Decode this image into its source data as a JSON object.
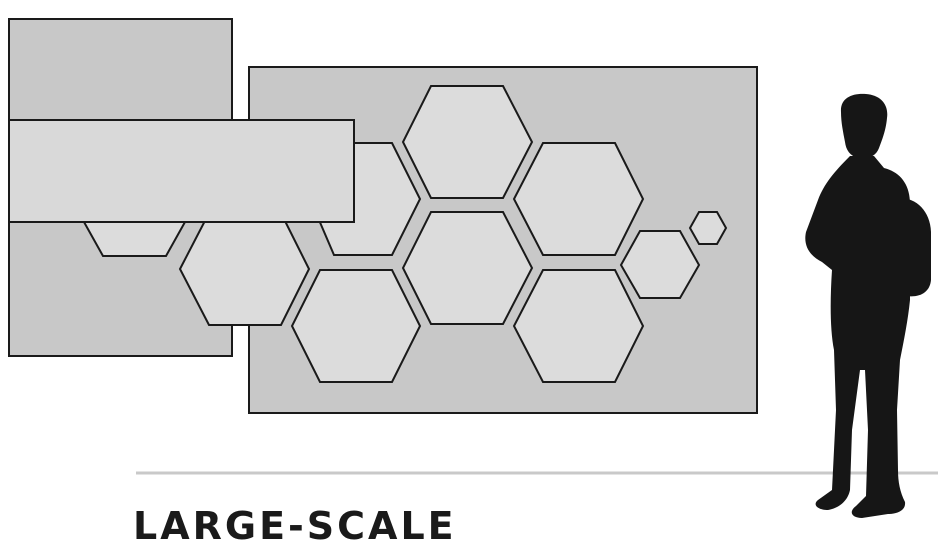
{
  "caption": "LARGE-SCALE",
  "colors": {
    "background": "#ffffff",
    "panel": "#c8c8c8",
    "hexagon": "#dcdcdc",
    "front_panel": "#d9d9d9",
    "outline": "#1a1a1a",
    "silhouette": "#161616",
    "floor_line": "#c9c9c9"
  },
  "panels": [
    {
      "name": "back-panel-left"
    },
    {
      "name": "main-panel"
    },
    {
      "name": "front-horizontal-panel"
    }
  ],
  "hexagon_count": 12,
  "figure": "human-silhouette-with-backpack"
}
